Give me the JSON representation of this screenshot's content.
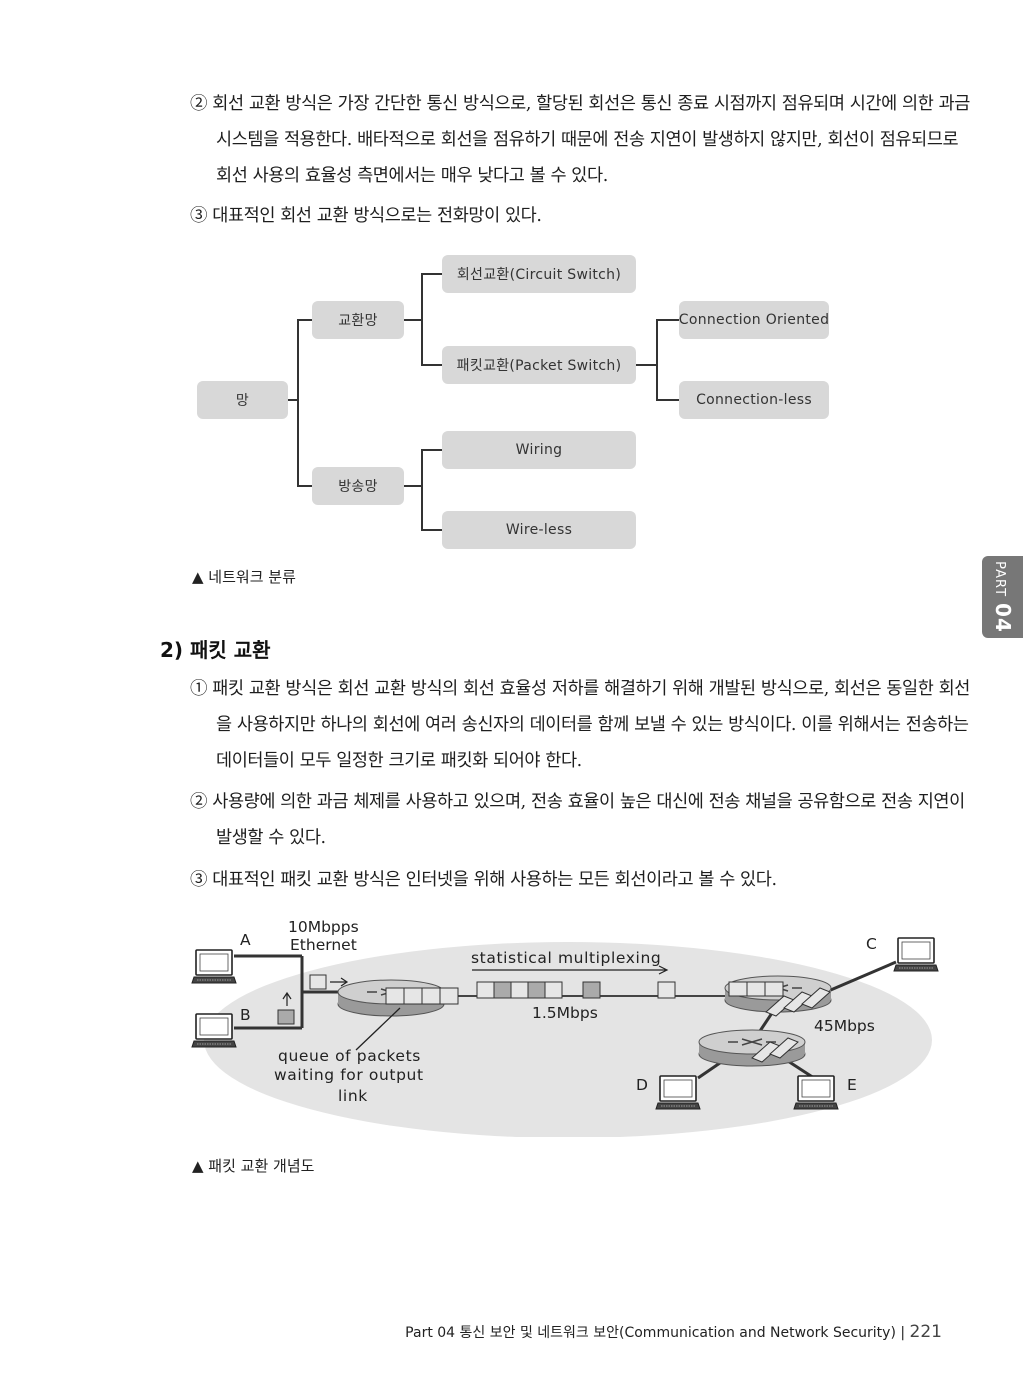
{
  "section1": {
    "item2": "② 회선 교환 방식은 가장 간단한 통신 방식으로, 할당된 회선은 통신 종료 시점까지 점유되며 시간에 의한 과금 시스템을 적용한다. 배타적으로 회선을 점유하기 때문에 전송 지연이 발생하지 않지만, 회선이 점유되므로 회선 사용의 효율성 측면에서는 매우 낮다고 볼 수 있다.",
    "item3": "③ 대표적인 회선 교환 방식으로는 전화망이 있다."
  },
  "tree": {
    "root": "망",
    "switched": "교환망",
    "broadcast": "방송망",
    "circuit": "회선교환(Circuit Switch)",
    "packet": "패킷교환(Packet Switch)",
    "oriented": "Connection Oriented",
    "connless": "Connection-less",
    "wiring": "Wiring",
    "wireless": "Wire-less"
  },
  "caption1": "▲ 네트워크 분류",
  "section2": {
    "title": "2) 패킷 교환",
    "item1": "① 패킷 교환 방식은 회선 교환 방식의 회선 효율성 저하를 해결하기 위해 개발된 방식으로, 회선은 동일한 회선을 사용하지만 하나의 회선에 여러 송신자의 데이터를 함께 보낼 수 있는 방식이다. 이를 위해서는 전송하는 데이터들이 모두 일정한 크기로 패킷화 되어야 한다.",
    "item2": "② 사용량에 의한 과금 체제를 사용하고 있으며, 전송 효율이 높은 대신에 전송 채널을 공유함으로 전송 지연이 발생할 수 있다.",
    "item3": "③ 대표적인 패킷 교환 방식은 인터넷을 위해 사용하는 모든 회선이라고 볼 수 있다."
  },
  "network": {
    "speed_top1": "10Mbpps",
    "speed_top2": "Ethernet",
    "host_a": "A",
    "host_b": "B",
    "host_c": "C",
    "host_d": "D",
    "host_e": "E",
    "stat_mux": "statistical multiplexing",
    "mid_speed": "1.5Mbps",
    "right_speed": "45Mbps",
    "queue1": "queue of packets",
    "queue2": "waiting for output",
    "queue3": "link"
  },
  "caption2": "▲ 패킷 교환 개념도",
  "tab": {
    "label": "PART",
    "number": "04"
  },
  "footer": {
    "text": "Part 04 통신 보안 및 네트워크 보안(Communication and Network Security)",
    "sep": "|",
    "page": "221"
  },
  "colors": {
    "box_fill": "#d8d8d8",
    "tab_fill": "#777777",
    "cloud_fill": "#e4e4e4"
  }
}
